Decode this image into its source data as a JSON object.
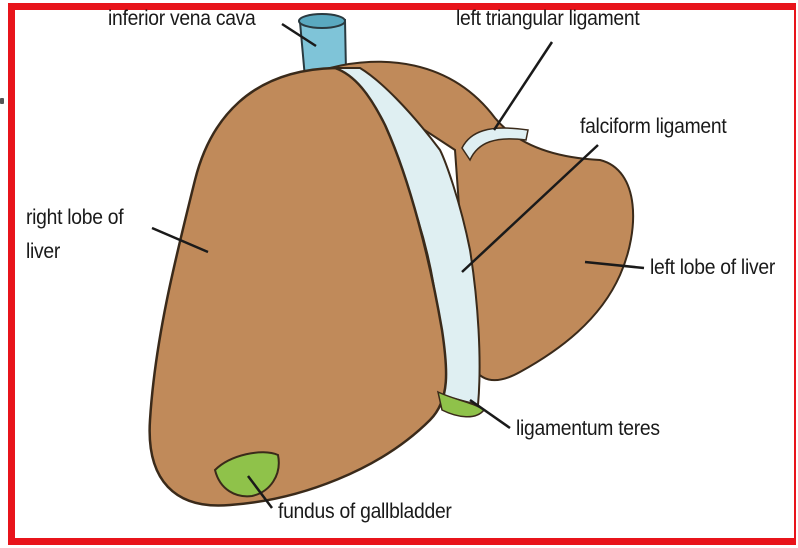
{
  "diagram": {
    "labels": {
      "inferior_vena_cava": "inferior vena cava",
      "left_triangular_ligament": "left triangular ligament",
      "falciform_ligament": "falciform ligament",
      "right_lobe_line1": "right lobe of",
      "right_lobe_line2": "liver",
      "left_lobe": "left lobe of liver",
      "ligamentum_teres": "ligamentum teres",
      "fundus_gallbladder": "fundus of gallbladder"
    },
    "colors": {
      "frame": "#e8141b",
      "liver": "#c08a5a",
      "liver_shadow": "#a8703f",
      "vena_cava": "#7fc4d8",
      "ligament": "#dfeff2",
      "gallbladder": "#8fc24a",
      "outline": "#3a2a1a"
    }
  }
}
